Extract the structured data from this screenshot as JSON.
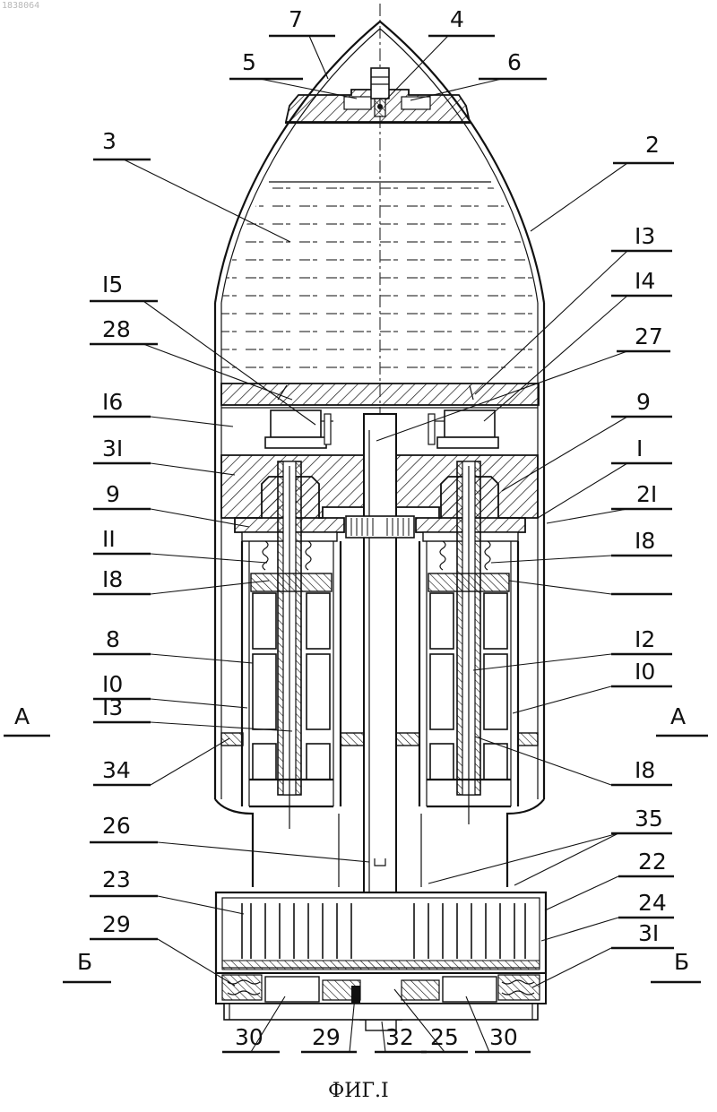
{
  "watermark": "1838064",
  "caption": "ФИГ.I",
  "labels": {
    "l1": "I",
    "l2": "2",
    "l3": "3",
    "l4": "4",
    "l5": "5",
    "l6": "6",
    "l7": "7",
    "l8": "8",
    "l9_left": "9",
    "l9_right": "9",
    "l10_left": "I0",
    "l10_right": "I0",
    "l11": "II",
    "l12": "I2",
    "l13_top": "I3",
    "l13_left": "I3",
    "l14": "I4",
    "l15": "I5",
    "l16": "I6",
    "l18_left": "I8",
    "l18_right_top": "I8",
    "l18_right_bottom": "I8",
    "l21": "2I",
    "l22": "22",
    "l23": "23",
    "l24": "24",
    "l25": "25",
    "l26": "26",
    "l27": "27",
    "l28": "28",
    "l29_left": "29",
    "l29_bottom": "29",
    "l30_left": "30",
    "l30_right": "30",
    "l31_left": "3I",
    "l31_right": "3I",
    "l32": "32",
    "l34": "34",
    "l35": "35",
    "sectionA_left": "А",
    "sectionA_right": "А",
    "sectionB_left": "Б",
    "sectionB_right": "Б"
  }
}
